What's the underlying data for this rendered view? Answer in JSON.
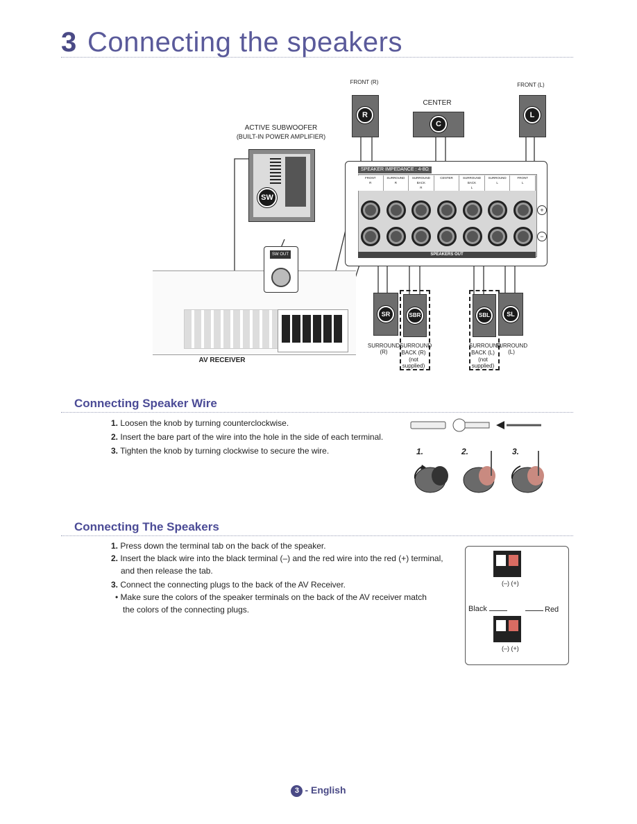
{
  "page": {
    "title_number": "3",
    "title_text": "Connecting the speakers",
    "footer_number": "3",
    "footer_text": "- English"
  },
  "diagram": {
    "front_r": "FRONT (R)",
    "front_l": "FRONT (L)",
    "center": "CENTER",
    "subwoofer_line1": "ACTIVE SUBWOOFER",
    "subwoofer_line2": "(BUILT-IN POWER AMPLIFIER)",
    "sw_badge": "SW",
    "sw_out": "SW OUT",
    "impedance": "SPEAKER IMPEDANCE : 4-8Ω",
    "panel_headers": [
      "FRONT",
      "SURROUND",
      "SURROUND BACK",
      "CENTER",
      "SURROUND BACK",
      "SURROUND",
      "FRONT"
    ],
    "panel_sides": [
      "R",
      "R",
      "R",
      "",
      "L",
      "L",
      "L"
    ],
    "speakers_out": "SPEAKERS OUT",
    "plus": "+",
    "minus": "−",
    "av_receiver": "AV RECEIVER",
    "badges": {
      "r": "R",
      "l": "L",
      "c": "C",
      "sr": "SR",
      "sbr": "SBR",
      "sbl": "SBL",
      "sl": "SL"
    },
    "surround_r": "SURROUND (R)",
    "surround_back_r": [
      "SURROUND",
      "BACK (R)",
      "(not supplied)"
    ],
    "surround_back_l": [
      "SURROUND",
      "BACK (L)",
      "(not supplied)"
    ],
    "surround_l": "SURROUND (L)"
  },
  "wire_section": {
    "heading": "Connecting Speaker Wire",
    "steps": [
      {
        "num": "1.",
        "text": "Loosen the knob by turning counterclockwise."
      },
      {
        "num": "2.",
        "text": "Insert the bare part of the wire into the hole in the side of each terminal."
      },
      {
        "num": "3.",
        "text": "Tighten the knob by turning clockwise to secure the wire."
      }
    ],
    "fig_labels": [
      "1.",
      "2.",
      "3."
    ]
  },
  "speakers_section": {
    "heading": "Connecting The Speakers",
    "steps": [
      {
        "num": "1.",
        "text": "Press down the terminal tab on the back of the speaker."
      },
      {
        "num": "2.",
        "text": "Insert the black wire into the black terminal (–) and the red wire into the red (+) terminal,"
      },
      {
        "num": "",
        "text": "and then release the tab."
      },
      {
        "num": "3.",
        "text": "Connect the connecting plugs to the back of the AV Receiver."
      }
    ],
    "bullet_line1": "Make sure the colors of the speaker terminals on the back of the AV receiver match",
    "bullet_line2": "the colors of the connecting plugs.",
    "fig_black": "Black",
    "fig_red": "Red",
    "fig_polarity": "(–) (+)"
  }
}
